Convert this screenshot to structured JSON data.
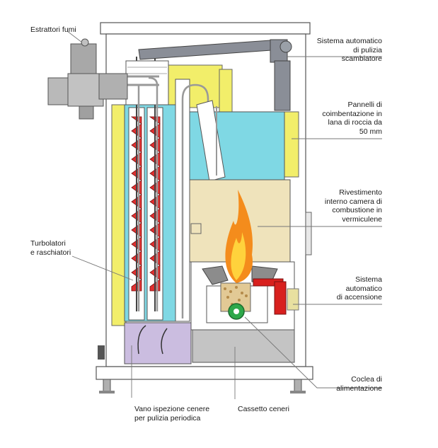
{
  "diagram": {
    "colors": {
      "insulation_yellow": "#f2ee6a",
      "water_cyan": "#7fd8e4",
      "vermiculite_beige": "#efe3bb",
      "ash_box_lavender": "#cbbde0",
      "ash_drawer_gray": "#c4c4c4",
      "metal_gray": "#8c8c8c",
      "turbulator_red": "#e03030",
      "igniter_red": "#d8201e",
      "auger_green": "#2ea84a",
      "flame_orange": "#f48c1c"
    },
    "labels": {
      "estrattori": "Estrattori fumi",
      "pulizia": "Sistema automatico\ndi pulizia scambiatore",
      "pannelli": "Pannelli di\ncoimbentazione in\nlana di roccia da\n50 mm",
      "rivestimento": "Rivestimento\ninterno camera di\ncombustione in\nvermiculene",
      "turbolatori": "Turbolatori\ne raschiatori",
      "accensione": "Sistema\nautomatico\ndi accensione",
      "coclea": "Coclea di\nalimentazione",
      "vano": "Vano ispezione cenere\nper pulizia periodica",
      "cassetto": "Cassetto ceneri"
    }
  }
}
